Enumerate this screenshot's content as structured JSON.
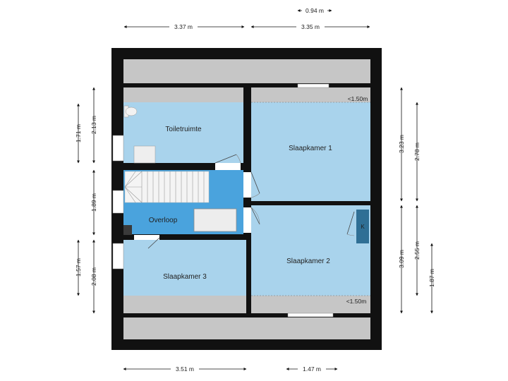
{
  "rooms": [
    {
      "id": "toilet",
      "label": "Toiletruimte"
    },
    {
      "id": "bed1",
      "label": "Slaapkamer 1"
    },
    {
      "id": "landing",
      "label": "Overloop"
    },
    {
      "id": "bed2",
      "label": "Slaapkamer 2"
    },
    {
      "id": "bed3",
      "label": "Slaapkamer 3"
    }
  ],
  "annotations": {
    "height_a": "<1.50m",
    "height_b": "<1.50m",
    "closet": "K"
  },
  "dimensions": {
    "top_small": "0.94 m",
    "top_left": "3.37 m",
    "top_right": "3.35 m",
    "bottom_left": "3.51 m",
    "bottom_right": "1.47 m",
    "left_1": "1.71 m",
    "left_2": "2.13 m",
    "left_3": "1.89 m",
    "left_4": "1.57 m",
    "left_5": "2.08 m",
    "right_1": "3.23 m",
    "right_2": "2.78 m",
    "right_3": "3.09 m",
    "right_4": "2.55 m",
    "right_5": "1.87 m"
  },
  "colors": {
    "wall": "#111111",
    "room": "#a9d3ec",
    "landing": "#4aa3dd",
    "low_ceiling": "#c6c6c6",
    "stairs": "#f4f4f4"
  }
}
